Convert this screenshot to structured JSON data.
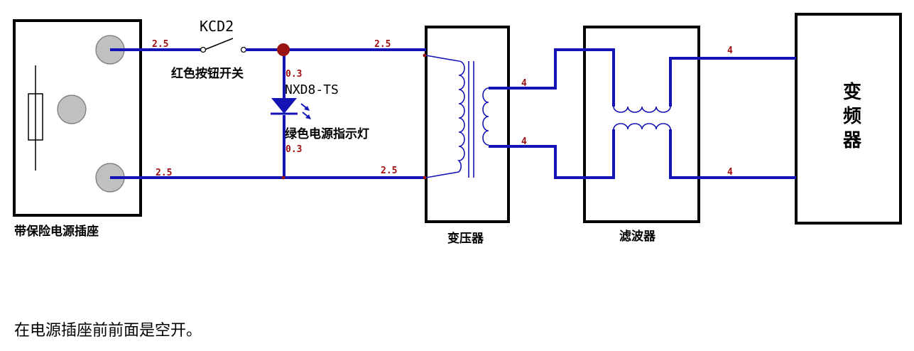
{
  "colors": {
    "wire": "#1414b4",
    "wire_label": "#a01010",
    "node": "#9b1414",
    "pin": "#c0c0c0"
  },
  "components": {
    "socket": {
      "label": "带保险电源插座"
    },
    "switch": {
      "name": "KCD2",
      "label": "红色按钮开关"
    },
    "lamp": {
      "name": "NXD8-TS",
      "label": "绿色电源指示灯"
    },
    "transformer": {
      "label": "变压器"
    },
    "filter": {
      "label": "滤波器"
    },
    "inverter": {
      "label": "变频器"
    }
  },
  "wire_labels": {
    "socket_top": "2.5",
    "switch_out": "2.5",
    "lamp_top": "0.3",
    "lamp_bottom": "0.3",
    "socket_bottom": "2.5",
    "bottom_to_transformer": "2.5",
    "transformer_top_out": "4",
    "transformer_bottom_out": "4",
    "inverter_top": "4",
    "inverter_bottom": "4"
  },
  "note": "在电源插座前前面是空开。"
}
